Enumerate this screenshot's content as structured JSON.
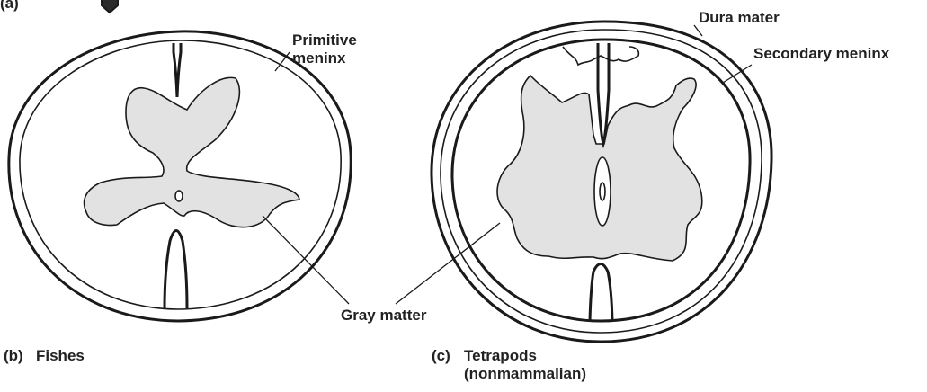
{
  "panel_a": {
    "letter": "(a)"
  },
  "panel_b": {
    "letter": "(b)",
    "caption": "Fishes",
    "labels": {
      "primitive_meninx_1": "Primitive",
      "primitive_meninx_2": "meninx"
    }
  },
  "panel_c": {
    "letter": "(c)",
    "caption_1": "Tetrapods",
    "caption_2": "(nonmammalian)",
    "labels": {
      "dura_mater": "Dura mater",
      "secondary_meninx": "Secondary meninx"
    }
  },
  "shared_labels": {
    "gray_matter": "Gray matter"
  },
  "colors": {
    "gray_matter_fill": "#e2e2e2",
    "outline": "#1a1a1a",
    "text": "#222222"
  }
}
